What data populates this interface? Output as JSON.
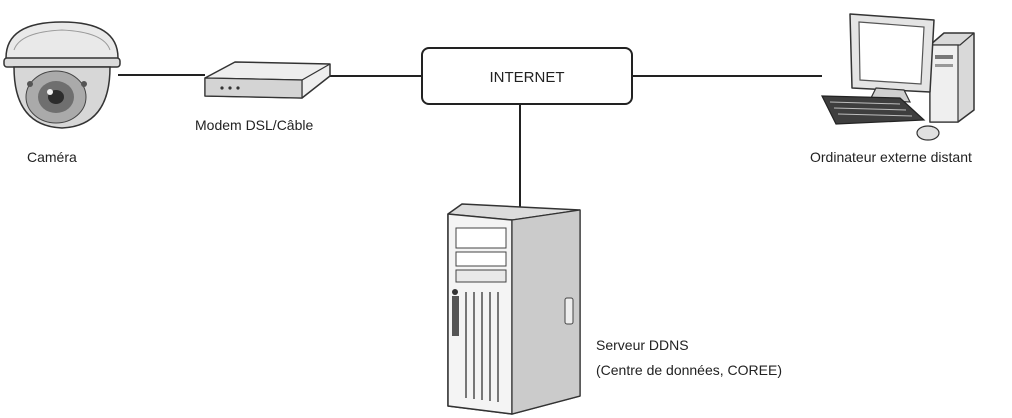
{
  "labels": {
    "camera": "Caméra",
    "modem": "Modem DSL/Câble",
    "internet": "INTERNET",
    "computer": "Ordinateur externe distant",
    "server_line1": "Serveur DDNS",
    "server_line2": "(Centre de données, COREE)"
  },
  "icons": {
    "camera": "dome-camera-icon",
    "modem": "modem-icon",
    "cloud": "internet-box",
    "computer": "desktop-computer-icon",
    "server": "tower-server-icon"
  },
  "colors": {
    "line": "#222222",
    "device_fill": "#f2f2f2",
    "device_shade": "#cfcfcf",
    "device_dark": "#555555"
  }
}
